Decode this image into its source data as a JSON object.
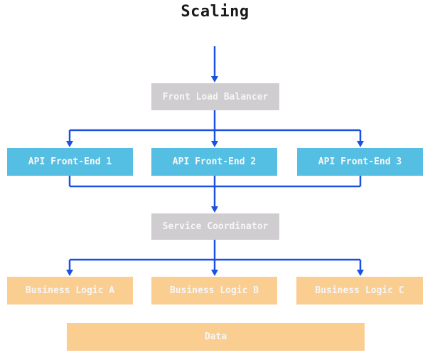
{
  "title": "Scaling",
  "colors": {
    "background": "#ffffff",
    "title_text": "#1a1a1a",
    "label_text": "#f7f6f7",
    "arrow": "#1b51e0",
    "node_gray": "#cfcdcf",
    "node_blue": "#54bfe2",
    "node_orange": "#facd91"
  },
  "nodes": {
    "front_load_balancer": {
      "label": "Front Load Balancer",
      "color": "#cfcdcf"
    },
    "api_front_end_1": {
      "label": "API Front-End 1",
      "color": "#54bfe2"
    },
    "api_front_end_2": {
      "label": "API Front-End 2",
      "color": "#54bfe2"
    },
    "api_front_end_3": {
      "label": "API Front-End 3",
      "color": "#54bfe2"
    },
    "service_coordinator": {
      "label": "Service Coordinator",
      "color": "#cfcdcf"
    },
    "business_logic_a": {
      "label": "Business Logic A",
      "color": "#facd91"
    },
    "business_logic_b": {
      "label": "Business Logic B",
      "color": "#facd91"
    },
    "business_logic_c": {
      "label": "Business Logic C",
      "color": "#facd91"
    },
    "data": {
      "label": "Data",
      "color": "#facd91"
    }
  },
  "edges": [
    {
      "from": "title",
      "to": "front_load_balancer"
    },
    {
      "from": "front_load_balancer",
      "to": "api_front_end_1"
    },
    {
      "from": "front_load_balancer",
      "to": "api_front_end_2"
    },
    {
      "from": "front_load_balancer",
      "to": "api_front_end_3"
    },
    {
      "from": "api_front_end_1",
      "to": "service_coordinator"
    },
    {
      "from": "api_front_end_2",
      "to": "service_coordinator"
    },
    {
      "from": "api_front_end_3",
      "to": "service_coordinator"
    },
    {
      "from": "service_coordinator",
      "to": "business_logic_a"
    },
    {
      "from": "service_coordinator",
      "to": "business_logic_b"
    },
    {
      "from": "service_coordinator",
      "to": "business_logic_c"
    }
  ]
}
